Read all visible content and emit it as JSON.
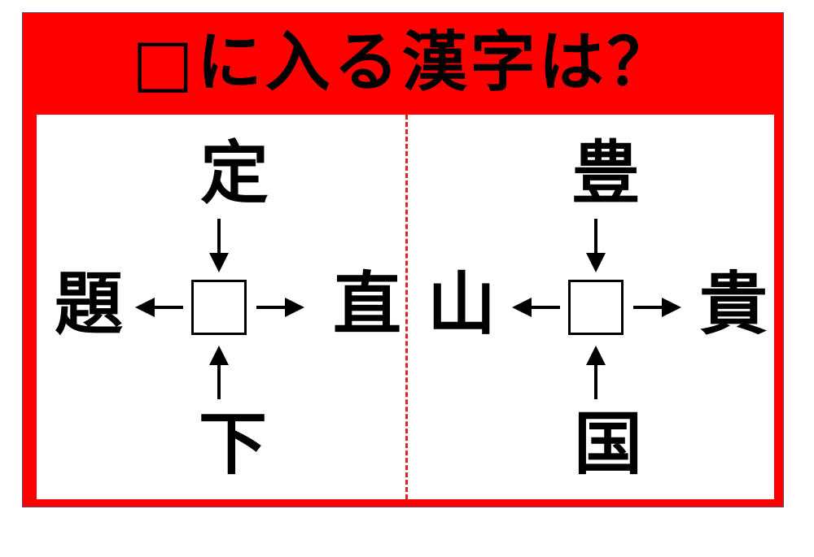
{
  "title": "□に入る漢字は？",
  "colors": {
    "frame": "#ff0000",
    "divider": "#e0222a",
    "text": "#000000",
    "background": "#ffffff"
  },
  "puzzles": [
    {
      "top": "定",
      "left": "題",
      "right": "直",
      "bottom": "下"
    },
    {
      "top": "豊",
      "left": "山",
      "right": "貴",
      "bottom": "国"
    }
  ]
}
